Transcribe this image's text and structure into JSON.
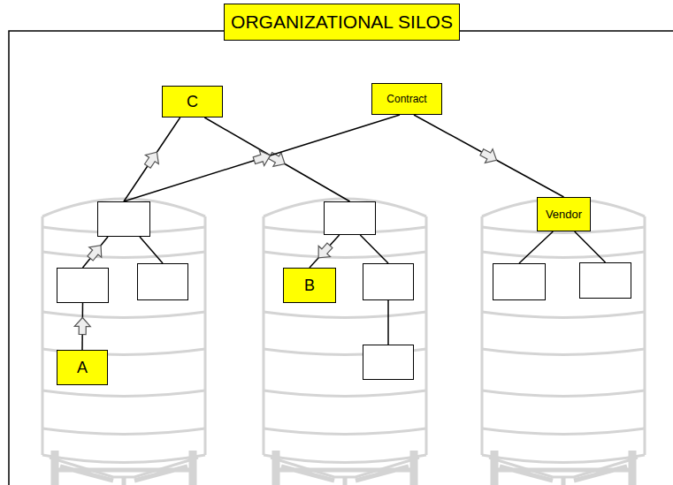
{
  "diagram": {
    "title": "ORGANIZATIONAL SILOS",
    "nodes": [
      {
        "text": [
          "C"
        ]
      },
      {
        "text": [
          "Contract"
        ]
      },
      {
        "text": []
      },
      {
        "text": []
      },
      {
        "text": [
          "Vendor"
        ]
      },
      {
        "text": []
      },
      {
        "text": []
      },
      {
        "text": [
          "B"
        ]
      },
      {
        "text": []
      },
      {
        "text": []
      },
      {
        "text": []
      },
      {
        "text": [
          "A"
        ]
      },
      {
        "text": []
      }
    ],
    "edges": [
      {
        "from": 11,
        "to": 5,
        "arrow": "to"
      },
      {
        "from": 5,
        "to": 2,
        "arrow": "to"
      },
      {
        "from": 2,
        "to": 6,
        "arrow": "none"
      },
      {
        "from": 2,
        "to": 0,
        "arrow": "to"
      },
      {
        "from": 0,
        "to": 3,
        "arrow": "to"
      },
      {
        "from": 2,
        "to": 1,
        "arrow": "to"
      },
      {
        "from": 1,
        "to": 4,
        "arrow": "to"
      },
      {
        "from": 3,
        "to": 7,
        "arrow": "to"
      },
      {
        "from": 3,
        "to": 8,
        "arrow": "none"
      },
      {
        "from": 8,
        "to": 12,
        "arrow": "none"
      },
      {
        "from": 4,
        "to": 9,
        "arrow": "none"
      },
      {
        "from": 4,
        "to": 10,
        "arrow": "none"
      }
    ]
  }
}
